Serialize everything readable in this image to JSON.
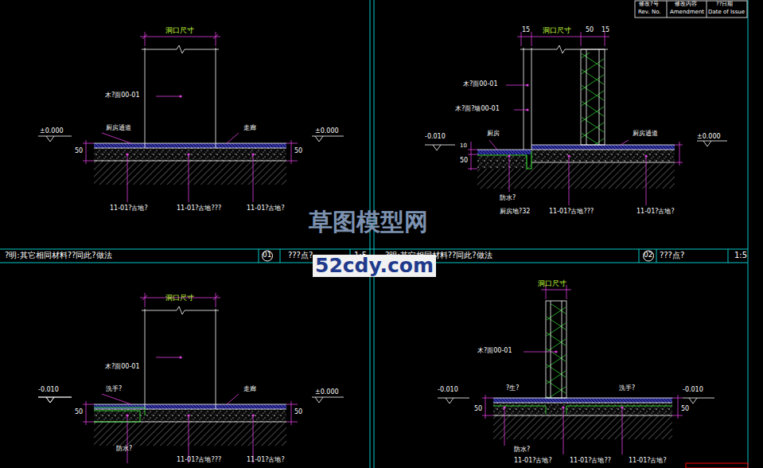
{
  "diagram": {
    "labels": [
      "洞口尺寸",
      "木?面00-01",
      "±0.000",
      "厨房通道",
      "走廊",
      "±0.000",
      "50",
      "50",
      "11-01?古地?",
      "11-01?古地???",
      "11-01?古地?",
      "?明:其它相同材料??同此?做法",
      "01",
      "???点?",
      "1:5",
      "修改?号",
      "Rev. No.",
      "修改内容",
      "Amendment",
      "??日期",
      "Date of Issue",
      "15",
      "洞口尺寸",
      "50",
      "15",
      "木?面00-01",
      "木?面?墙00-01",
      "-0.010",
      "厨房",
      "厨房通道",
      "±0.000",
      "10",
      "50",
      "防水?",
      "厨房地?32",
      "11-01?古地???",
      "11-01?古地?",
      "?明:其它相同材料??同此?做法",
      "02",
      "???点?",
      "1:5",
      "草图模型网",
      "52cdy.com",
      "洞口尺寸",
      "木?面00-01",
      "-0.010",
      "洗手?",
      "走廊",
      "±0.000",
      "50",
      "50",
      "防水?",
      "11-01?古地???",
      "11-01?古地?",
      "洞口尺寸",
      "木?面00-01",
      "-0.010",
      "?生?",
      "洗手?",
      "-0.010",
      "50",
      "50",
      "防水?",
      "11-01?古地?",
      "11-01?古地??",
      "11-01?古地?"
    ]
  }
}
